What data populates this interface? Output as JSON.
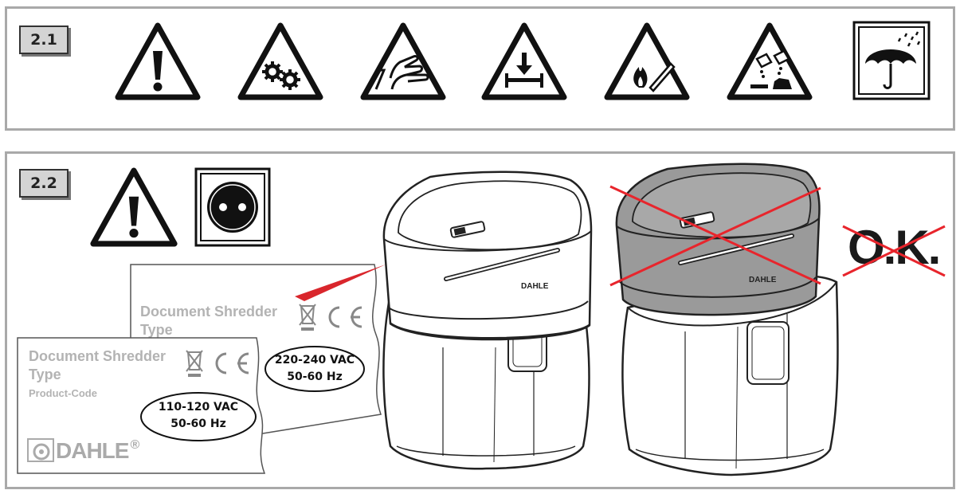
{
  "sections": [
    {
      "id": "2.1",
      "label": "2.1"
    },
    {
      "id": "2.2",
      "label": "2.2"
    }
  ],
  "warning_icons_21": [
    "general-warning-icon",
    "rotating-gears-warning-icon",
    "hand-crush-warning-icon",
    "heavy-load-warning-icon",
    "flammable-spray-warning-icon",
    "corrosive-warning-icon",
    "keep-dry-umbrella-icon"
  ],
  "icons_22": [
    "general-warning-icon",
    "power-socket-icon"
  ],
  "label_back": {
    "title_line1": "Document Shredder",
    "title_line2": "Type",
    "voltage": "220-240 VAC",
    "frequency": "50-60 Hz"
  },
  "label_front": {
    "title_line1": "Document Shredder",
    "title_line2": "Type",
    "product_code": "Product-Code",
    "voltage": "110-120 VAC",
    "frequency": "50-60 Hz",
    "brand": "DAHLE",
    "registered": "®"
  },
  "shredder_brand": "DAHLE",
  "ok_mark": "O.K.",
  "colors": {
    "border": "#a9a9a9",
    "label_fill": "#d4d4d4",
    "cross": "#e8252c",
    "grey_label_text": "#b3b3b3"
  }
}
